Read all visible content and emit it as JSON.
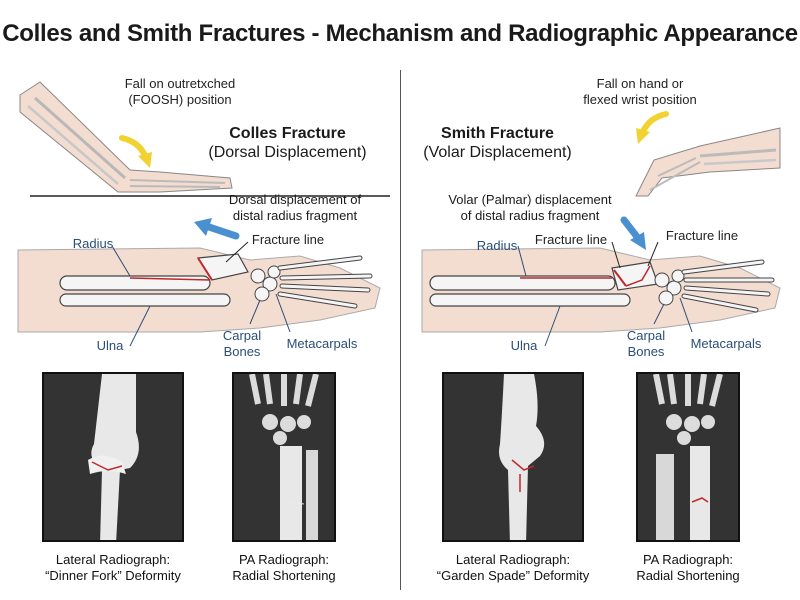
{
  "title": "Colles and Smith Fractures - Mechanism and Radiographic Appearance",
  "colles": {
    "mechanism_line1": "Fall on outretxched",
    "mechanism_line2": "(FOOSH) position",
    "name": "Colles Fracture",
    "subtitle": "(Dorsal Displacement)",
    "displacement_line1": "Dorsal displacement of",
    "displacement_line2": "distal radius fragment",
    "fracture_line": "Fracture line",
    "radius": "Radius",
    "ulna": "Ulna",
    "carpal_line1": "Carpal",
    "carpal_line2": "Bones",
    "metacarpals": "Metacarpals",
    "lateral_line1": "Lateral Radiograph:",
    "lateral_line2": "“Dinner Fork” Deformity",
    "pa_line1": "PA Radiograph:",
    "pa_line2": "Radial Shortening"
  },
  "smith": {
    "mechanism_line1": "Fall on hand or",
    "mechanism_line2": "flexed wrist position",
    "name": "Smith Fracture",
    "subtitle": "(Volar Displacement)",
    "displacement_line1": "Volar (Palmar) displacement",
    "displacement_line2": "of distal radius fragment",
    "fracture_line_a": "Fracture line",
    "fracture_line_b": "Fracture line",
    "radius": "Radius",
    "ulna": "Ulna",
    "carpal_line1": "Carpal",
    "carpal_line2": "Bones",
    "metacarpals": "Metacarpals",
    "lateral_line1": "Lateral Radiograph:",
    "lateral_line2": "“Garden Spade” Deformity",
    "pa_line1": "PA Radiograph:",
    "pa_line2": "Radial Shortening"
  },
  "colors": {
    "label_blue": "#2a4e78",
    "fracture_red": "#c0282c",
    "arrow_yellow": "#f2d230",
    "arrow_blue": "#4a8fd0",
    "skin": "#f3dcd0",
    "xray_bg": "#333333"
  },
  "icons": {
    "fall_arrow": "yellow-curved-arrow-icon",
    "displacement_arrow": "blue-arrow-icon"
  }
}
